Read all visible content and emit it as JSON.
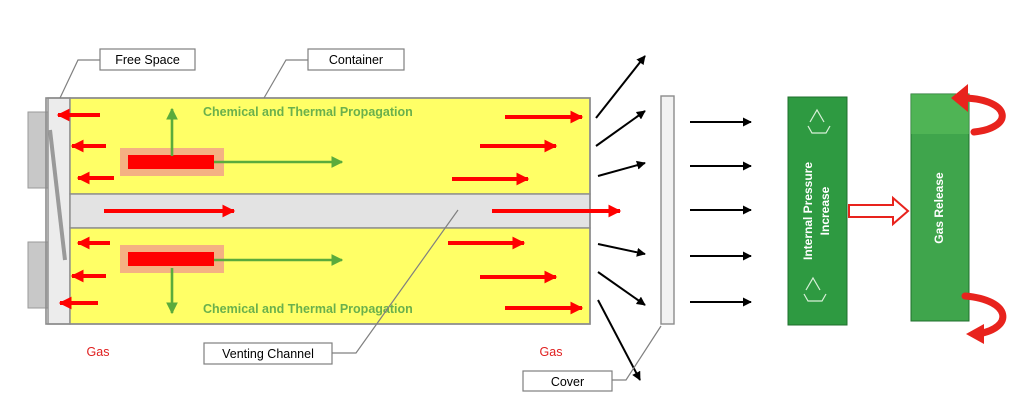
{
  "labels": {
    "free_space": "Free Space",
    "container": "Container",
    "propagation_top": "Chemical and Thermal Propagation",
    "propagation_bottom": "Chemical and Thermal Propagation",
    "venting_channel": "Venting Channel",
    "gas_left": "Gas",
    "gas_right": "Gas",
    "cover": "Cover",
    "pressure_line1": "Internal Pressure",
    "pressure_line2": "Increase",
    "gas_release": "Gas Release"
  },
  "colors": {
    "container_fill": "#ffff66",
    "channel_fill": "#e3e3e3",
    "frame_gray": "#a6a6a6",
    "gas_arrow": "#ff0000",
    "propagation_arrow": "#5aab3c",
    "hotspot_core": "#ff0000",
    "hotspot_halo": "#f4b183",
    "green_box": "#2e9a41",
    "release_arrow": "#e8231d"
  }
}
